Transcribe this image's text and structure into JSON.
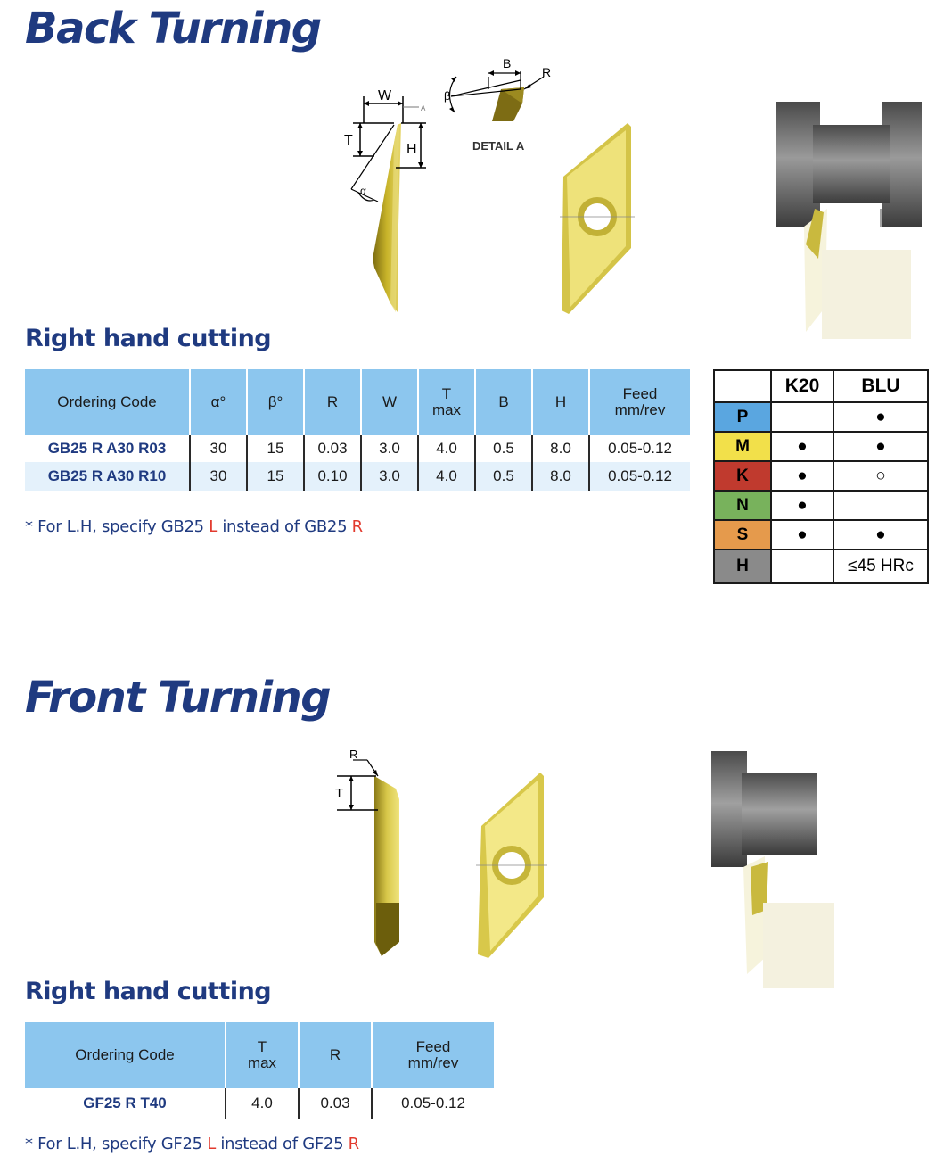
{
  "back": {
    "title": "Back Turning",
    "subtitle": "Right hand cutting",
    "diagram": {
      "W": "W",
      "T": "T",
      "H": "H",
      "alpha": "α",
      "B": "B",
      "R": "R",
      "beta": "β",
      "A": "A",
      "detail": "DETAIL A"
    },
    "table": {
      "headers": [
        "Ordering Code",
        "α°",
        "β°",
        "R",
        "W",
        "T max",
        "B",
        "H",
        "Feed mm/rev"
      ],
      "rows": [
        [
          "GB25 R A30 R03",
          "30",
          "15",
          "0.03",
          "3.0",
          "4.0",
          "0.5",
          "8.0",
          "0.05-0.12"
        ],
        [
          "GB25 R A30 R10",
          "30",
          "15",
          "0.10",
          "3.0",
          "4.0",
          "0.5",
          "8.0",
          "0.05-0.12"
        ]
      ]
    },
    "note": {
      "pre": "* For L.H, specify GB25 ",
      "l": "L",
      "mid": " instead of GB25 ",
      "r": "R"
    }
  },
  "grades": {
    "headers": [
      "K20",
      "BLU"
    ],
    "rows": [
      {
        "mat": "P",
        "color": "#5aa6e0",
        "k20": "",
        "blu": "●"
      },
      {
        "mat": "M",
        "color": "#f2e04a",
        "k20": "●",
        "blu": "●"
      },
      {
        "mat": "K",
        "color": "#c03a2e",
        "k20": "●",
        "blu": "○"
      },
      {
        "mat": "N",
        "color": "#78b25c",
        "k20": "●",
        "blu": ""
      },
      {
        "mat": "S",
        "color": "#e59a4c",
        "k20": "●",
        "blu": "●"
      },
      {
        "mat": "H",
        "color": "#8a8a8a",
        "k20": "",
        "blu": "≤45 HRc"
      }
    ]
  },
  "front": {
    "title": "Front Turning",
    "subtitle": "Right hand cutting",
    "diagram": {
      "R": "R",
      "T": "T"
    },
    "table": {
      "headers": [
        "Ordering Code",
        "T max",
        "R",
        "Feed mm/rev"
      ],
      "rows": [
        [
          "GF25 R T40",
          "4.0",
          "0.03",
          "0.05-0.12"
        ]
      ]
    },
    "note": {
      "pre": "* For L.H, specify GF25 ",
      "l": "L",
      "mid": " instead of GF25 ",
      "r": "R"
    }
  }
}
